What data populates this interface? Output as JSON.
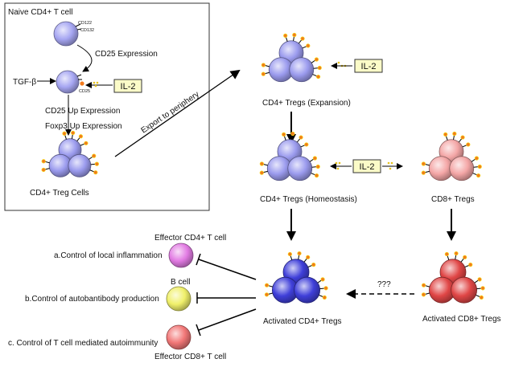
{
  "colors": {
    "naive_cell": "#a6a6f2",
    "treg_cell": "#9b9bee",
    "cd8_treg_cell": "#f4a6a6",
    "activated_cd4_treg": "#3f3fd9",
    "activated_cd8_treg": "#e04646",
    "effector_cd4": "#e27be3",
    "b_cell": "#f0f06a",
    "effector_cd8": "#f27777",
    "il2_box_fill": "#fbfbc8",
    "il2_dots": "#e6c21c",
    "receptor_dot": "#f27a1c",
    "receptor_dot_inner": "#f5d315"
  },
  "panel": {
    "naive_label": "Naive CD4+ T cell",
    "cd122_label": "CD122",
    "cd132_label": "CD132",
    "cd25_expression": "CD25 Expression",
    "tgf_beta": "TGF-β",
    "cd25_small": "CD25",
    "il2_label": "IL-2",
    "cd25_up_expression": "CD25  Up Expression",
    "foxp3_up_expression": "Foxp3  Up Expression",
    "treg_cells_label": "CD4+ Treg Cells"
  },
  "export_label": "Export to  periphery",
  "expansion": {
    "il2_label": "IL-2",
    "label": "CD4+ Tregs  (Expansion)"
  },
  "homeostasis": {
    "il2_label": "IL-2",
    "label": "CD4+ Tregs (Homeostasis)",
    "cd8_label": "CD8+ Tregs"
  },
  "activated": {
    "cd4_label": "Activated CD4+ Tregs",
    "cd8_label": "Activated CD8+ Tregs",
    "unknown_link": "???"
  },
  "targets": {
    "effector_cd4_label": "Effector CD4+ T cell",
    "b_cell_label": "B cell",
    "effector_cd8_label": "Effector CD8+ T cell",
    "function_a": "a.Control of local inflammation",
    "function_b": "b.Control of autobantibody production",
    "function_c": "c. Control of T cell mediated autoimmunity"
  }
}
